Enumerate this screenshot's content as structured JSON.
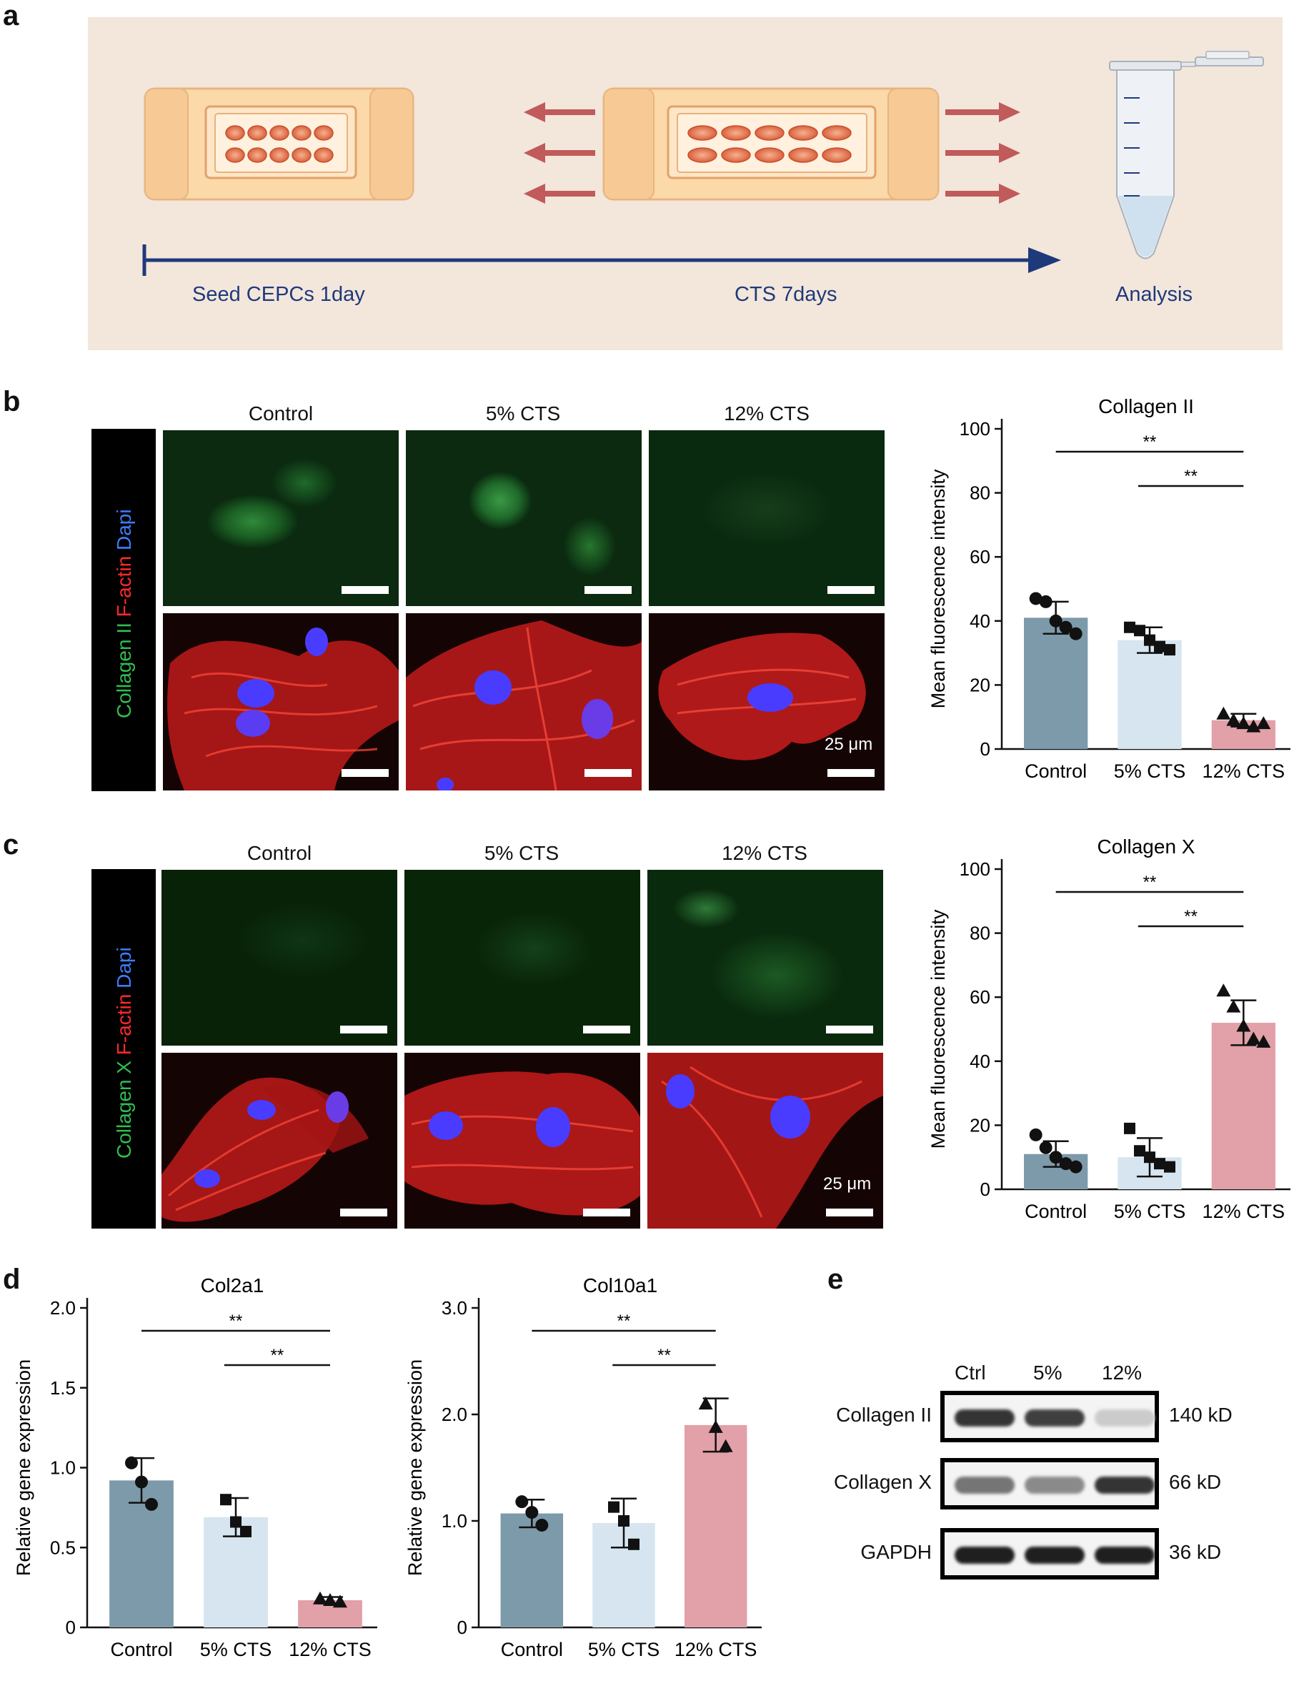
{
  "panel_a": {
    "letter": "a",
    "stage_labels": [
      "Seed CEPCs 1day",
      "CTS 7days",
      "Analysis"
    ]
  },
  "panel_b": {
    "letter": "b",
    "columns": [
      "Control",
      "5% CTS",
      "12% CTS"
    ],
    "side_label": {
      "part1": "Collagen II ",
      "part2": "F-actin ",
      "part3": "Dapi"
    },
    "scale_label": "25 μm"
  },
  "panel_c": {
    "letter": "c",
    "columns": [
      "Control",
      "5% CTS",
      "12% CTS"
    ],
    "side_label": {
      "part1": "Collagen X ",
      "part2": "F-actin ",
      "part3": "Dapi"
    },
    "scale_label": "25 μm"
  },
  "panel_d": {
    "letter": "d"
  },
  "panel_e": {
    "letter": "e",
    "lanes": [
      "Ctrl",
      "5%",
      "12%"
    ],
    "rows": [
      {
        "protein": "Collagen II",
        "size": "140 kD",
        "intensity": [
          0.85,
          0.8,
          0.15
        ]
      },
      {
        "protein": "Collagen X",
        "size": "66 kD",
        "intensity": [
          0.55,
          0.45,
          0.85
        ]
      },
      {
        "protein": "GAPDH",
        "size": "36 kD",
        "intensity": [
          0.95,
          0.95,
          0.95
        ]
      }
    ]
  },
  "colors": {
    "control": "#7d9aaa",
    "cts5": "#d6e5ef",
    "cts12": "#e2a0a8",
    "arrow": "#c15a5a",
    "timeline": "#1f3a7a"
  },
  "chart_data": [
    {
      "id": "chart-b",
      "type": "bar",
      "title": "Collagen II",
      "ylabel": "Mean fluorescence intensity",
      "categories": [
        "Control",
        "5% CTS",
        "12% CTS"
      ],
      "values": [
        41,
        34,
        9
      ],
      "errors": [
        5,
        4,
        2
      ],
      "points": [
        [
          47,
          46,
          40,
          38,
          36
        ],
        [
          38,
          37,
          34,
          32,
          31
        ],
        [
          11,
          9,
          8,
          7,
          8
        ]
      ],
      "markers": [
        "circle",
        "square",
        "triangle"
      ],
      "ylim": [
        0,
        100
      ],
      "yticks": [
        "0",
        "20",
        "40",
        "60",
        "80",
        "100"
      ],
      "significance": [
        {
          "from": 0,
          "to": 2,
          "label": "**"
        },
        {
          "from": 1,
          "to": 2,
          "label": "**"
        }
      ]
    },
    {
      "id": "chart-c",
      "type": "bar",
      "title": "Collagen X",
      "ylabel": "Mean fluorescence intensity",
      "categories": [
        "Control",
        "5% CTS",
        "12% CTS"
      ],
      "values": [
        11,
        10,
        52
      ],
      "errors": [
        4,
        6,
        7
      ],
      "points": [
        [
          17,
          13,
          10,
          8,
          7
        ],
        [
          19,
          12,
          10,
          8,
          7
        ],
        [
          62,
          57,
          51,
          47,
          46
        ]
      ],
      "markers": [
        "circle",
        "square",
        "triangle"
      ],
      "ylim": [
        0,
        100
      ],
      "yticks": [
        "0",
        "20",
        "40",
        "60",
        "80",
        "100"
      ],
      "significance": [
        {
          "from": 0,
          "to": 2,
          "label": "**"
        },
        {
          "from": 1,
          "to": 2,
          "label": "**"
        }
      ]
    },
    {
      "id": "chart-d1",
      "type": "bar",
      "title": "Col2a1",
      "ylabel": "Relative gene expression",
      "categories": [
        "Control",
        "5% CTS",
        "12% CTS"
      ],
      "values": [
        0.92,
        0.69,
        0.17
      ],
      "errors": [
        0.14,
        0.12,
        0.02
      ],
      "points": [
        [
          1.03,
          0.91,
          0.77
        ],
        [
          0.8,
          0.66,
          0.6
        ],
        [
          0.18,
          0.17,
          0.16
        ]
      ],
      "markers": [
        "circle",
        "square",
        "triangle"
      ],
      "ylim": [
        0,
        2
      ],
      "yticks": [
        "0",
        "0.5",
        "1.0",
        "1.5",
        "2.0"
      ],
      "significance": [
        {
          "from": 0,
          "to": 2,
          "label": "**"
        },
        {
          "from": 1,
          "to": 2,
          "label": "**"
        }
      ]
    },
    {
      "id": "chart-d2",
      "type": "bar",
      "title": "Col10a1",
      "ylabel": "Relative gene expression",
      "categories": [
        "Control",
        "5% CTS",
        "12% CTS"
      ],
      "values": [
        1.07,
        0.98,
        1.9
      ],
      "errors": [
        0.13,
        0.23,
        0.25
      ],
      "points": [
        [
          1.18,
          1.08,
          0.96
        ],
        [
          1.13,
          1.0,
          0.78
        ],
        [
          2.1,
          1.88,
          1.7
        ]
      ],
      "markers": [
        "circle",
        "square",
        "triangle"
      ],
      "ylim": [
        0,
        3
      ],
      "yticks": [
        "0",
        "1.0",
        "2.0",
        "3.0"
      ],
      "significance": [
        {
          "from": 0,
          "to": 2,
          "label": "**"
        },
        {
          "from": 1,
          "to": 2,
          "label": "**"
        }
      ]
    }
  ]
}
